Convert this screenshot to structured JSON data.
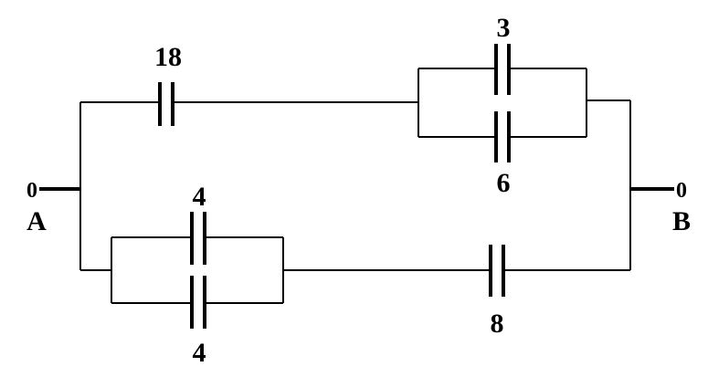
{
  "terminals": {
    "a": {
      "label": "A",
      "symbol": "0"
    },
    "b": {
      "label": "B",
      "symbol": "0"
    }
  },
  "capacitors": {
    "c18": "18",
    "c3": "3",
    "c6": "6",
    "c4_top": "4",
    "c4_bottom": "4",
    "c8": "8"
  }
}
